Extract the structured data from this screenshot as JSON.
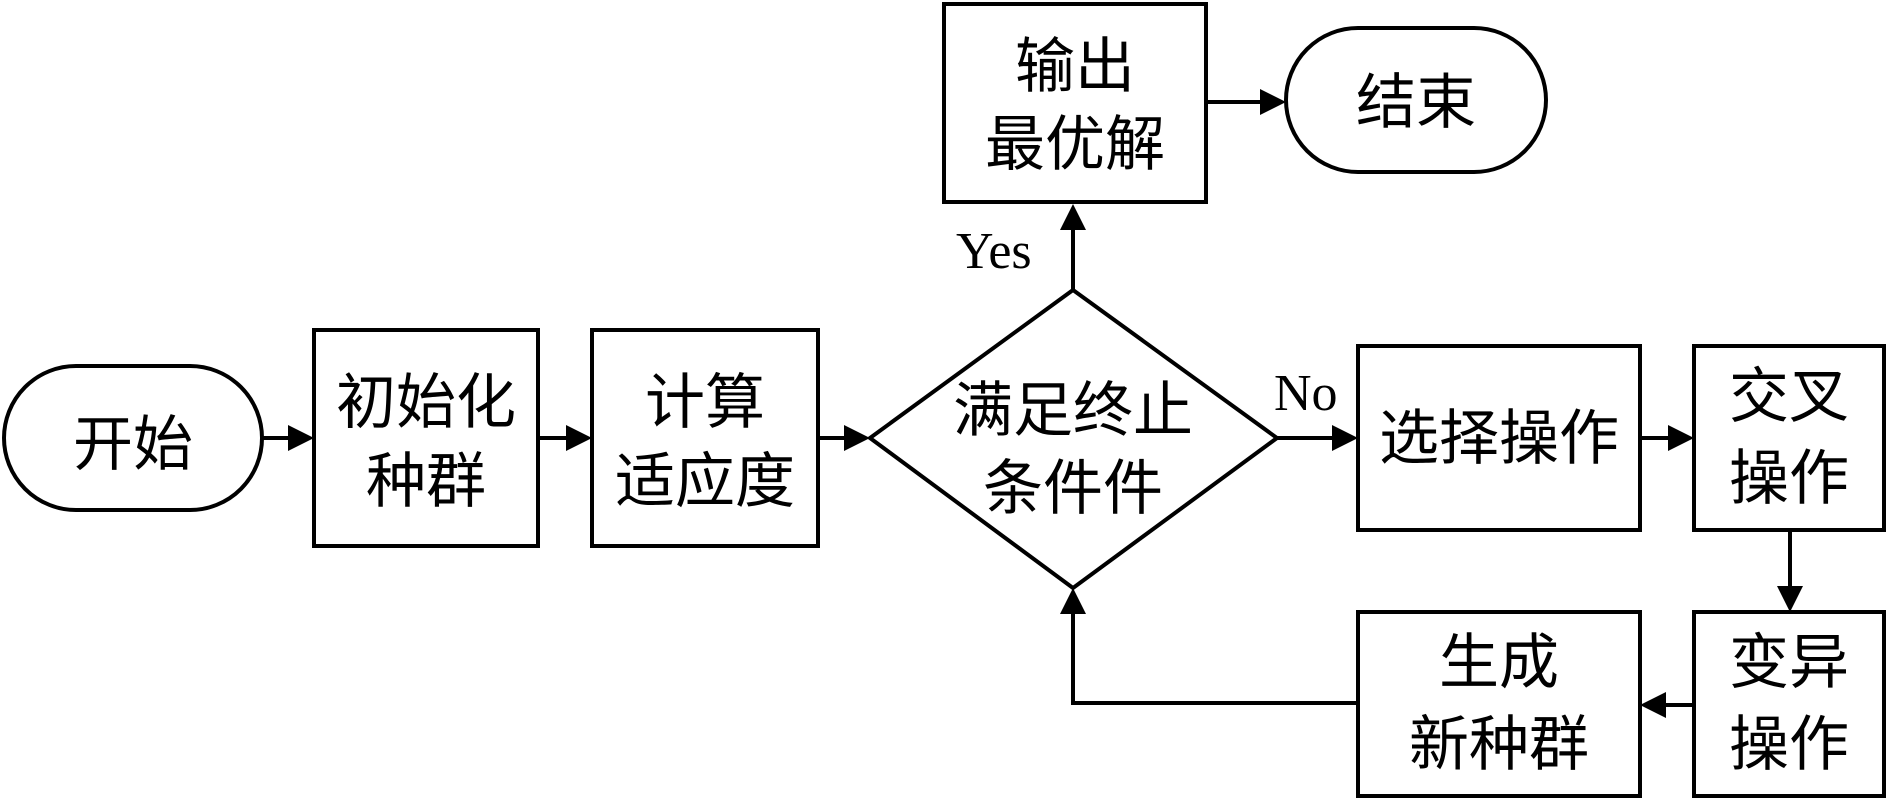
{
  "flowchart": {
    "nodes": {
      "start": {
        "shape": "terminal",
        "lines": [
          "开始"
        ]
      },
      "init": {
        "shape": "process",
        "lines": [
          "初始化",
          "种群"
        ]
      },
      "fitness": {
        "shape": "process",
        "lines": [
          "计算",
          "适应度"
        ]
      },
      "decision": {
        "shape": "decision",
        "lines": [
          "满足终止",
          "条件件"
        ]
      },
      "output": {
        "shape": "process",
        "lines": [
          "输出",
          "最优解"
        ]
      },
      "end": {
        "shape": "terminal",
        "lines": [
          "结束"
        ]
      },
      "select": {
        "shape": "process",
        "lines": [
          "选择操作"
        ]
      },
      "crossover": {
        "shape": "process",
        "lines": [
          "交叉",
          "操作"
        ]
      },
      "mutation": {
        "shape": "process",
        "lines": [
          "变异",
          "操作"
        ]
      },
      "new_pop": {
        "shape": "process",
        "lines": [
          "生成",
          "新种群"
        ]
      }
    },
    "edge_labels": {
      "yes": "Yes",
      "no": "No"
    },
    "edges": [
      {
        "from": "start",
        "to": "init"
      },
      {
        "from": "init",
        "to": "fitness"
      },
      {
        "from": "fitness",
        "to": "decision"
      },
      {
        "from": "decision",
        "to": "output",
        "label": "Yes"
      },
      {
        "from": "output",
        "to": "end"
      },
      {
        "from": "decision",
        "to": "select",
        "label": "No"
      },
      {
        "from": "select",
        "to": "crossover"
      },
      {
        "from": "crossover",
        "to": "mutation"
      },
      {
        "from": "mutation",
        "to": "new_pop"
      },
      {
        "from": "new_pop",
        "to": "decision"
      }
    ]
  }
}
